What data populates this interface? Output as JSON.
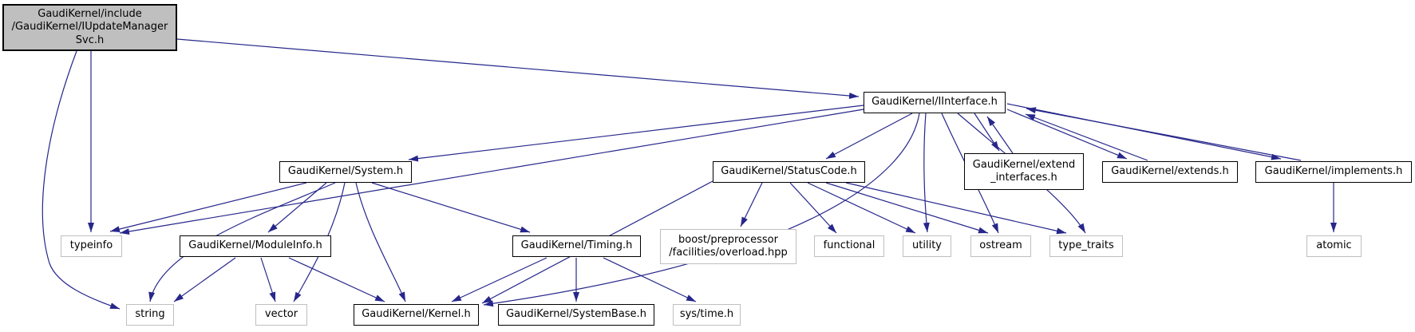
{
  "diagram": {
    "title": "Include dependency graph for GaudiKernel/include/GaudiKernel/IUpdateManagerSvc.h",
    "type": "include-dependency-graph",
    "colors": {
      "edge": "#26268b",
      "root_fill": "#bfbfbf",
      "internal_border": "#000000",
      "external_border": "#bfbfbf",
      "node_fill": "#ffffff",
      "text": "#000000"
    },
    "nodes": {
      "root": {
        "label": "GaudiKernel/include\n/GaudiKernel/IUpdateManager\nSvc.h"
      },
      "iinterface": {
        "label": "GaudiKernel/IInterface.h"
      },
      "system": {
        "label": "GaudiKernel/System.h"
      },
      "statuscode": {
        "label": "GaudiKernel/StatusCode.h"
      },
      "extend_interfaces": {
        "label": "GaudiKernel/extend\n_interfaces.h"
      },
      "extends": {
        "label": "GaudiKernel/extends.h"
      },
      "implements": {
        "label": "GaudiKernel/implements.h"
      },
      "typeinfo": {
        "label": "typeinfo"
      },
      "moduleinfo": {
        "label": "GaudiKernel/ModuleInfo.h"
      },
      "timing": {
        "label": "GaudiKernel/Timing.h"
      },
      "boost_overload": {
        "label": "boost/preprocessor\n/facilities/overload.hpp"
      },
      "functional": {
        "label": "functional"
      },
      "utility": {
        "label": "utility"
      },
      "ostream": {
        "label": "ostream"
      },
      "type_traits": {
        "label": "type_traits"
      },
      "string": {
        "label": "string"
      },
      "vector": {
        "label": "vector"
      },
      "kernel": {
        "label": "GaudiKernel/Kernel.h"
      },
      "systembase": {
        "label": "GaudiKernel/SystemBase.h"
      },
      "sys_time": {
        "label": "sys/time.h"
      },
      "atomic": {
        "label": "atomic"
      }
    },
    "edges": [
      {
        "from": "root",
        "to": "typeinfo"
      },
      {
        "from": "root",
        "to": "string"
      },
      {
        "from": "root",
        "to": "iinterface"
      },
      {
        "from": "iinterface",
        "to": "system"
      },
      {
        "from": "iinterface",
        "to": "typeinfo"
      },
      {
        "from": "iinterface",
        "to": "statuscode"
      },
      {
        "from": "iinterface",
        "to": "extend_interfaces"
      },
      {
        "from": "extend_interfaces",
        "to": "iinterface"
      },
      {
        "from": "iinterface",
        "to": "extends"
      },
      {
        "from": "extends",
        "to": "iinterface"
      },
      {
        "from": "iinterface",
        "to": "implements"
      },
      {
        "from": "implements",
        "to": "iinterface"
      },
      {
        "from": "iinterface",
        "to": "kernel"
      },
      {
        "from": "iinterface",
        "to": "utility"
      },
      {
        "from": "iinterface",
        "to": "ostream"
      },
      {
        "from": "iinterface",
        "to": "type_traits"
      },
      {
        "from": "system",
        "to": "moduleinfo"
      },
      {
        "from": "system",
        "to": "timing"
      },
      {
        "from": "system",
        "to": "typeinfo"
      },
      {
        "from": "system",
        "to": "string"
      },
      {
        "from": "system",
        "to": "vector"
      },
      {
        "from": "system",
        "to": "kernel"
      },
      {
        "from": "moduleinfo",
        "to": "string"
      },
      {
        "from": "moduleinfo",
        "to": "vector"
      },
      {
        "from": "moduleinfo",
        "to": "kernel"
      },
      {
        "from": "timing",
        "to": "kernel"
      },
      {
        "from": "timing",
        "to": "systembase"
      },
      {
        "from": "timing",
        "to": "sys_time"
      },
      {
        "from": "statuscode",
        "to": "boost_overload"
      },
      {
        "from": "statuscode",
        "to": "functional"
      },
      {
        "from": "statuscode",
        "to": "utility"
      },
      {
        "from": "statuscode",
        "to": "ostream"
      },
      {
        "from": "statuscode",
        "to": "type_traits"
      },
      {
        "from": "statuscode",
        "to": "kernel"
      },
      {
        "from": "implements",
        "to": "atomic"
      }
    ]
  }
}
